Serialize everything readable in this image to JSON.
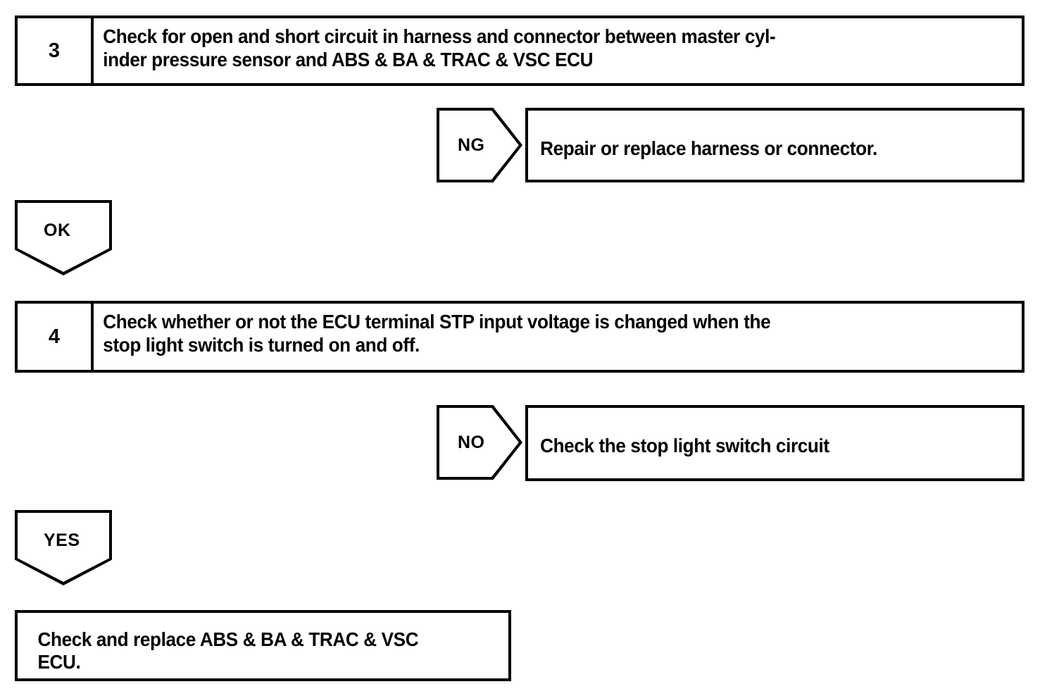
{
  "document": {
    "type": "troubleshooting-flowchart",
    "background_color": "#ffffff",
    "line_color": "#000000"
  },
  "steps": [
    {
      "number": "3",
      "text": "Check for open and short circuit in harness and connector between master cyl-\ninder pressure sensor and ABS & BA & TRAC & VSC ECU"
    },
    {
      "number": "4",
      "text": "Check whether or not the ECU terminal STP input voltage is changed when the\nstop light switch is turned on and off."
    }
  ],
  "branches": [
    {
      "label": "NG",
      "result": "Repair or replace harness or connector."
    },
    {
      "label": "NO",
      "result": "Check the stop light switch circuit"
    }
  ],
  "pass_arrows": [
    {
      "label": "OK"
    },
    {
      "label": "YES"
    }
  ],
  "final": {
    "text": "Check and replace ABS & BA & TRAC & VSC\nECU."
  }
}
